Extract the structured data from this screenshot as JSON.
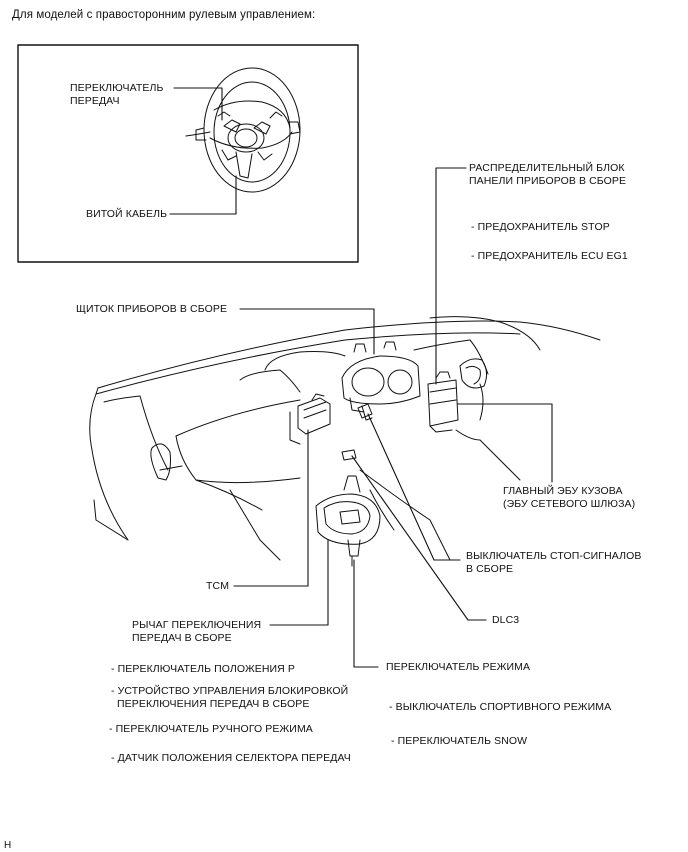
{
  "header": "Для моделей с правосторонним рулевым управлением:",
  "footer_code": "H",
  "inset": {
    "labels": {
      "gear_switch": "ПЕРЕКЛЮЧАТЕЛЬ\nПЕРЕДАЧ",
      "spiral_cable": "ВИТОЙ КАБЕЛЬ"
    }
  },
  "labels": {
    "junction_block": "РАСПРЕДЕЛИТЕЛЬНЫЙ БЛОК\nПАНЕЛИ ПРИБОРОВ В СБОРЕ",
    "fuse_stop": "- ПРЕДОХРАНИТЕЛЬ STOP",
    "fuse_ecu_eg1": "- ПРЕДОХРАНИТЕЛЬ ECU EG1",
    "meter": "ЩИТОК ПРИБОРОВ В СБОРЕ",
    "body_ecu": "ГЛАВНЫЙ ЭБУ КУЗОВА\n(ЭБУ СЕТЕВОГО ШЛЮЗА)",
    "stop_light_switch": "ВЫКЛЮЧАТЕЛЬ СТОП-СИГНАЛОВ\nВ СБОРЕ",
    "tcm": "TCM",
    "dlc3": "DLC3",
    "shift_lever": "РЫЧАГ ПЕРЕКЛЮЧЕНИЯ\nПЕРЕДАЧ В СБОРЕ",
    "mode_switch": "ПЕРЕКЛЮЧАТЕЛЬ РЕЖИМА",
    "p_position_switch": "- ПЕРЕКЛЮЧАТЕЛЬ ПОЛОЖЕНИЯ P",
    "shift_lock": "- УСТРОЙСТВО УПРАВЛЕНИЯ БЛОКИРОВКОЙ\n  ПЕРЕКЛЮЧЕНИЯ ПЕРЕДАЧ В СБОРЕ",
    "manual_mode_switch": "- ПЕРЕКЛЮЧАТЕЛЬ РУЧНОГО РЕЖИМА",
    "selector_sensor": "- ДАТЧИК ПОЛОЖЕНИЯ СЕЛЕКТОРА ПЕРЕДАЧ",
    "sport_mode_switch": "- ВЫКЛЮЧАТЕЛЬ СПОРТИВНОГО РЕЖИМА",
    "snow_switch": "- ПЕРЕКЛЮЧАТЕЛЬ SNOW"
  }
}
